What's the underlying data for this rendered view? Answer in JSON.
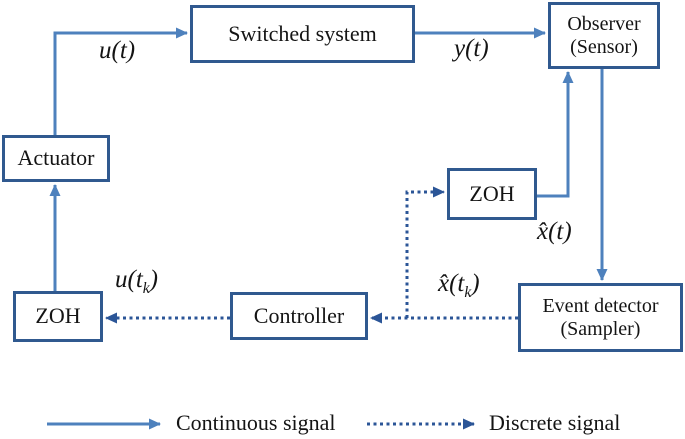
{
  "colors": {
    "box_border": "#30598f",
    "solid_signal": "#4e81bd",
    "discrete_signal": "#2b5597",
    "text": "#141414"
  },
  "blocks": {
    "switched_system": {
      "label": "Switched system"
    },
    "observer": {
      "line1": "Observer",
      "line2": "(Sensor)"
    },
    "actuator": {
      "label": "Actuator"
    },
    "zoh_upper": {
      "label": "ZOH"
    },
    "zoh_lower": {
      "label": "ZOH"
    },
    "controller": {
      "label": "Controller"
    },
    "event_detector": {
      "line1": "Event detector",
      "line2": "(Sampler)"
    }
  },
  "signals": {
    "u_t": "u(t)",
    "y_t": "y(t)",
    "xhat_t": "x̂(t)",
    "xhat_tk": {
      "pre": "x̂(t",
      "sub": "k",
      "post": ")"
    },
    "u_tk": {
      "pre": "u(t",
      "sub": "k",
      "post": ")"
    }
  },
  "legend": {
    "continuous": "Continuous signal",
    "discrete": "Discrete signal"
  }
}
